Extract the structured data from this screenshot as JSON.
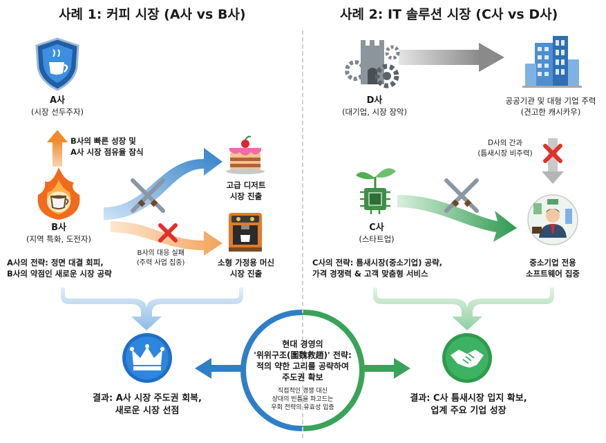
{
  "left": {
    "title": "사례 1: 커피 시장 (A사 vs B사)",
    "a_name": "A사",
    "a_role": "(시장 선두주자)",
    "b_name": "B사",
    "b_role": "(지역 특화, 도전자)",
    "growth_note_1": "B사의 빠른 성장 및",
    "growth_note_2": "A사 시장 점유율 잠식",
    "dessert_1": "고급 디저트",
    "dessert_2": "시장 진출",
    "machine_1": "소형 가정용 머신",
    "machine_2": "시장 진출",
    "fail_1": "B사의 대응 실패",
    "fail_2": "(주력 사업 집중)",
    "strategy_1": "A사의 전략: 정면 대결 회피,",
    "strategy_2": "B사의 약점인 새로운 시장 공략",
    "result_1": "결과: A사 시장 주도권 회복,",
    "result_2": "새로운 시장 선점"
  },
  "right": {
    "title": "사례 2: IT 솔루션 시장 (C사 vs D사)",
    "d_name": "D사",
    "d_role": "(대기업, 시장 장악)",
    "client_1": "공공기관 및 대형 기업 주력",
    "client_2": "(견고한 캐시카우)",
    "oversight_1": "D사의 간과",
    "oversight_2": "(틈새시장 비주력)",
    "c_name": "C사",
    "c_role": "(스타트업)",
    "strategy_1": "C사의 전략: 틈새시장(중소기업) 공략,",
    "strategy_2": "가격 경쟁력 & 고객 맞춤형 서비스",
    "sme_1": "중소기업 전용",
    "sme_2": "소프트웨어 집중",
    "result_1": "결과: C사 틈새시장 입지 확보,",
    "result_2": "업계 주요 기업 성장"
  },
  "center": {
    "line_1": "현대 경영의",
    "line_2": "'위위구조(圍魏救趙)' 전략:",
    "line_3": "적의 약한 고리를 공략하여",
    "line_4": "주도권 확보",
    "sub_1": "직접적인 경쟁 대신",
    "sub_2": "상대의 빈틈을 파고드는",
    "sub_3": "우회 전략의 유효성 입증"
  },
  "colors": {
    "blue": "#2f7fc8",
    "green": "#3aa35a",
    "orange": "#f08a2c",
    "red": "#e0312b",
    "gray": "#8a8a8a"
  },
  "icons": [
    "shield-coffee-icon",
    "flame-coffee-icon",
    "cake-icon",
    "espresso-machine-icon",
    "crossed-swords-icon",
    "red-x-icon",
    "crown-icon",
    "castle-gears-icon",
    "office-building-icon",
    "sprout-chip-icon",
    "businessman-icon",
    "handshake-icon"
  ]
}
